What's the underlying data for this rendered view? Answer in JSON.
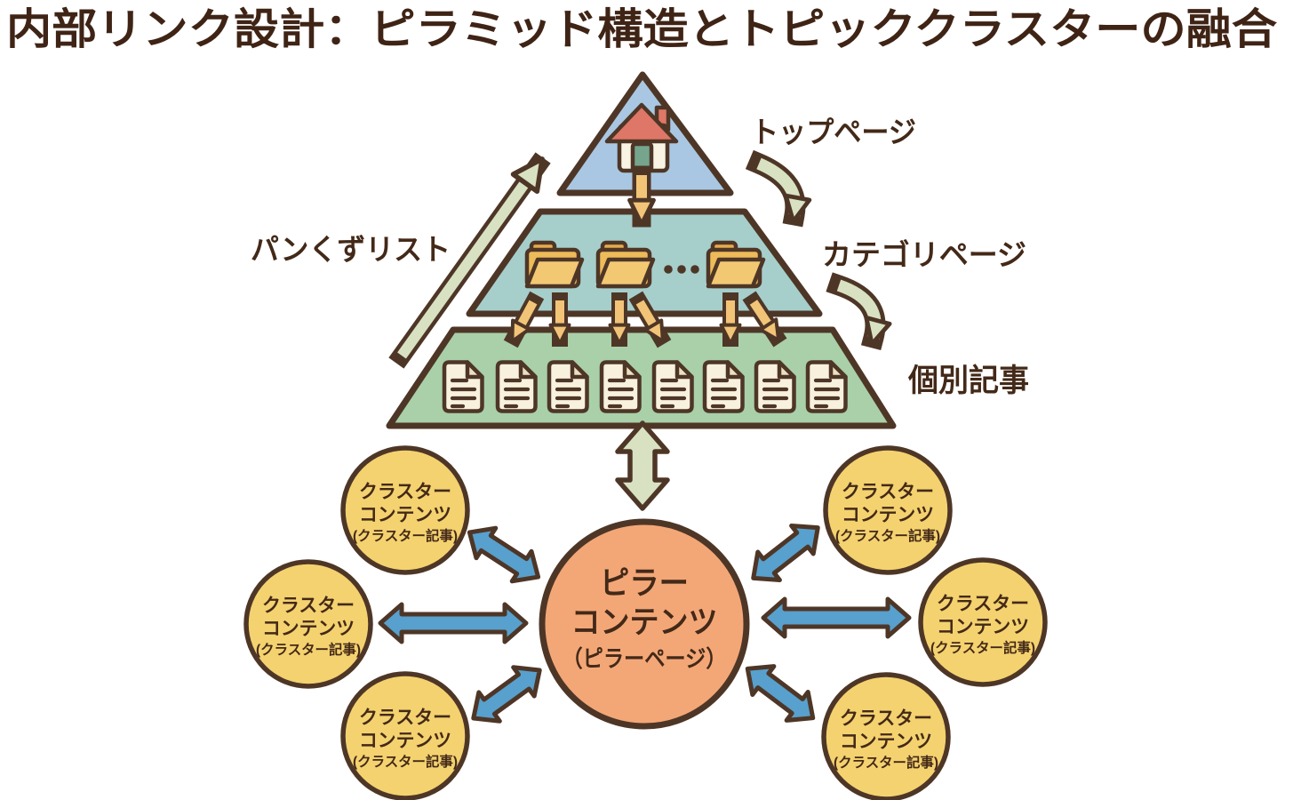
{
  "title": "内部リンク設計：ピラミッド構造とトピッククラスターの融合",
  "pyramid": {
    "levels": [
      {
        "label": "トップページ",
        "icon": "home-icon"
      },
      {
        "label": "カテゴリページ",
        "icon": "folder-icon",
        "folder_count": 3,
        "ellipsis": "…"
      },
      {
        "label": "個別記事",
        "icon": "document-icon",
        "document_count": 8
      }
    ],
    "breadcrumb_label": "パンくずリスト"
  },
  "topic_cluster": {
    "pillar": {
      "line1": "ピラー",
      "line2": "コンテンツ",
      "line3": "（ピラーページ）"
    },
    "cluster": {
      "line1": "クラスター",
      "line2": "コンテンツ",
      "line3": "(クラスター記事)"
    },
    "cluster_count": 6
  },
  "colors": {
    "text": "#432918",
    "outline": "#4e3627",
    "top_level": "#a9c7e2",
    "category_level": "#a6cfcc",
    "article_level": "#a9d0a9",
    "pillar_fill": "#f3a777",
    "cluster_fill": "#f4d26f",
    "cluster_link_arrow": "#58a0cd",
    "hierarchy_arrow": "#f2c478",
    "breadcrumb_arrow": "#d9e1c3",
    "house_roof": "#de7767",
    "house_door": "#76a58e",
    "folder_fill": "#f3c873",
    "document_fill": "#f7f1de"
  }
}
